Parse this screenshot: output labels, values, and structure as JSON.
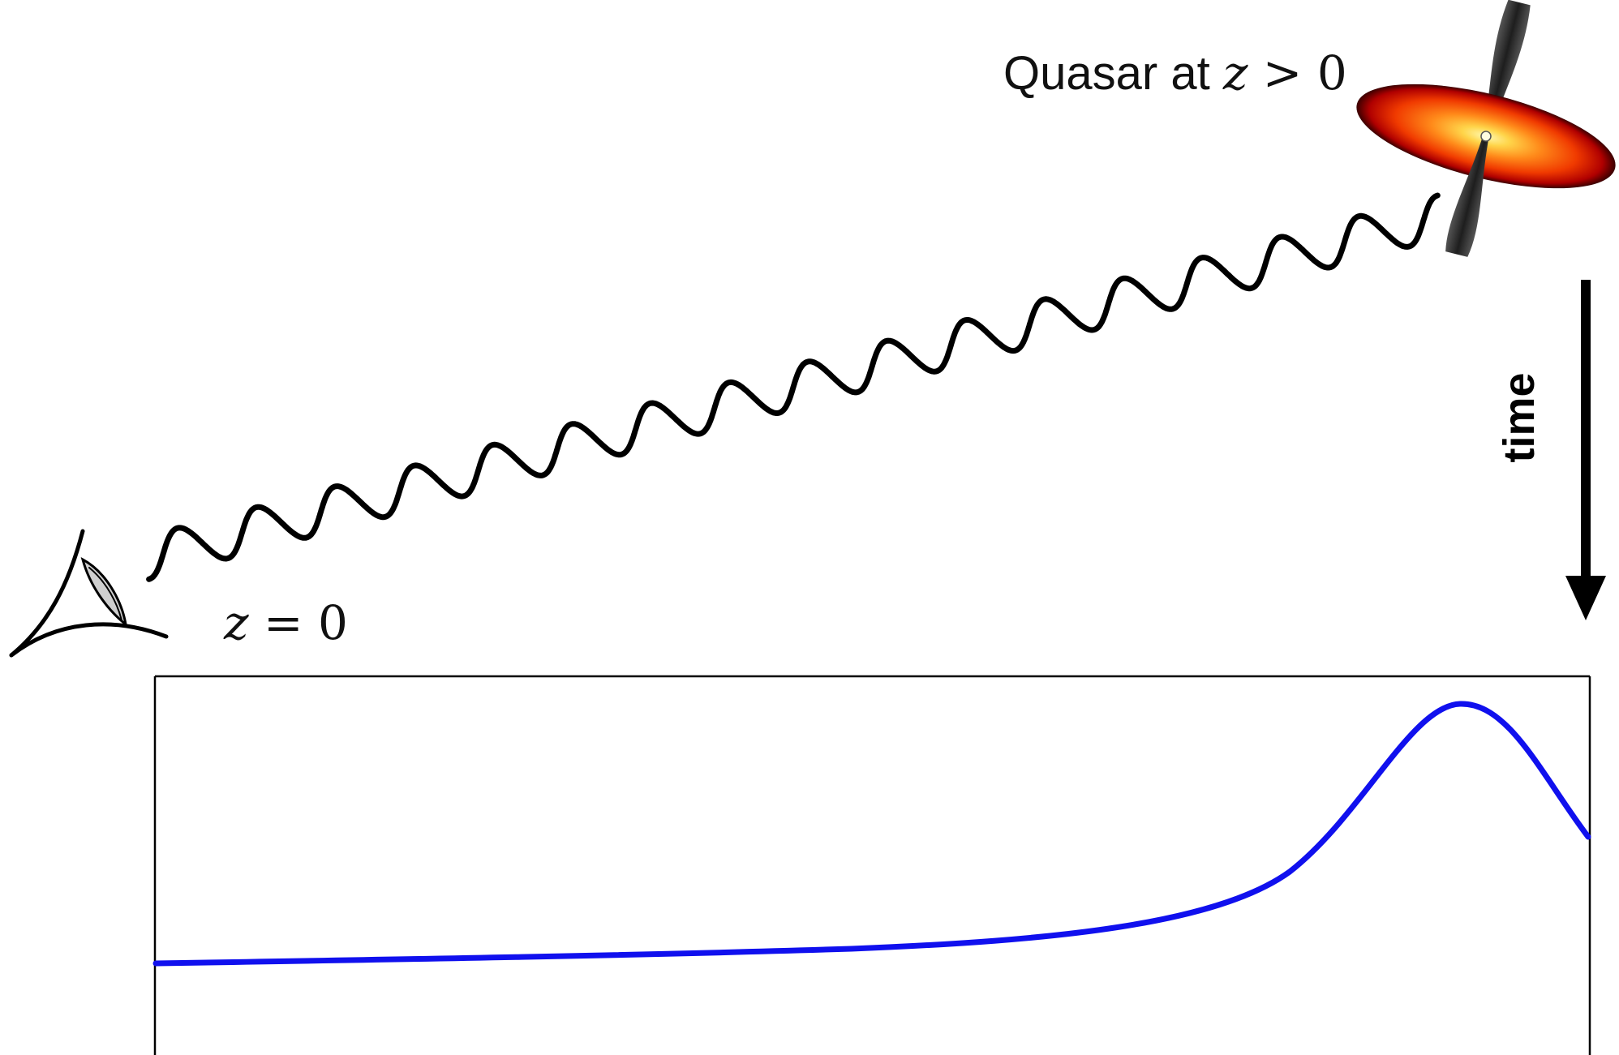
{
  "labels": {
    "quasar_prefix": "Quasar at ",
    "quasar_var": "z",
    "quasar_rel": " > 0",
    "observer_var": "z",
    "observer_rel": " = 0",
    "time": "time"
  },
  "colors": {
    "curve": "#1010ee",
    "wave": "#000000",
    "frame": "#000000",
    "disk_outer": "#c40000",
    "disk_mid": "#ff5a00",
    "disk_inner": "#ffd54a",
    "jet": "#2e2e2e"
  },
  "icons": {
    "observer": "eye-icon",
    "source": "quasar-icon",
    "arrow": "arrow-down-icon"
  }
}
